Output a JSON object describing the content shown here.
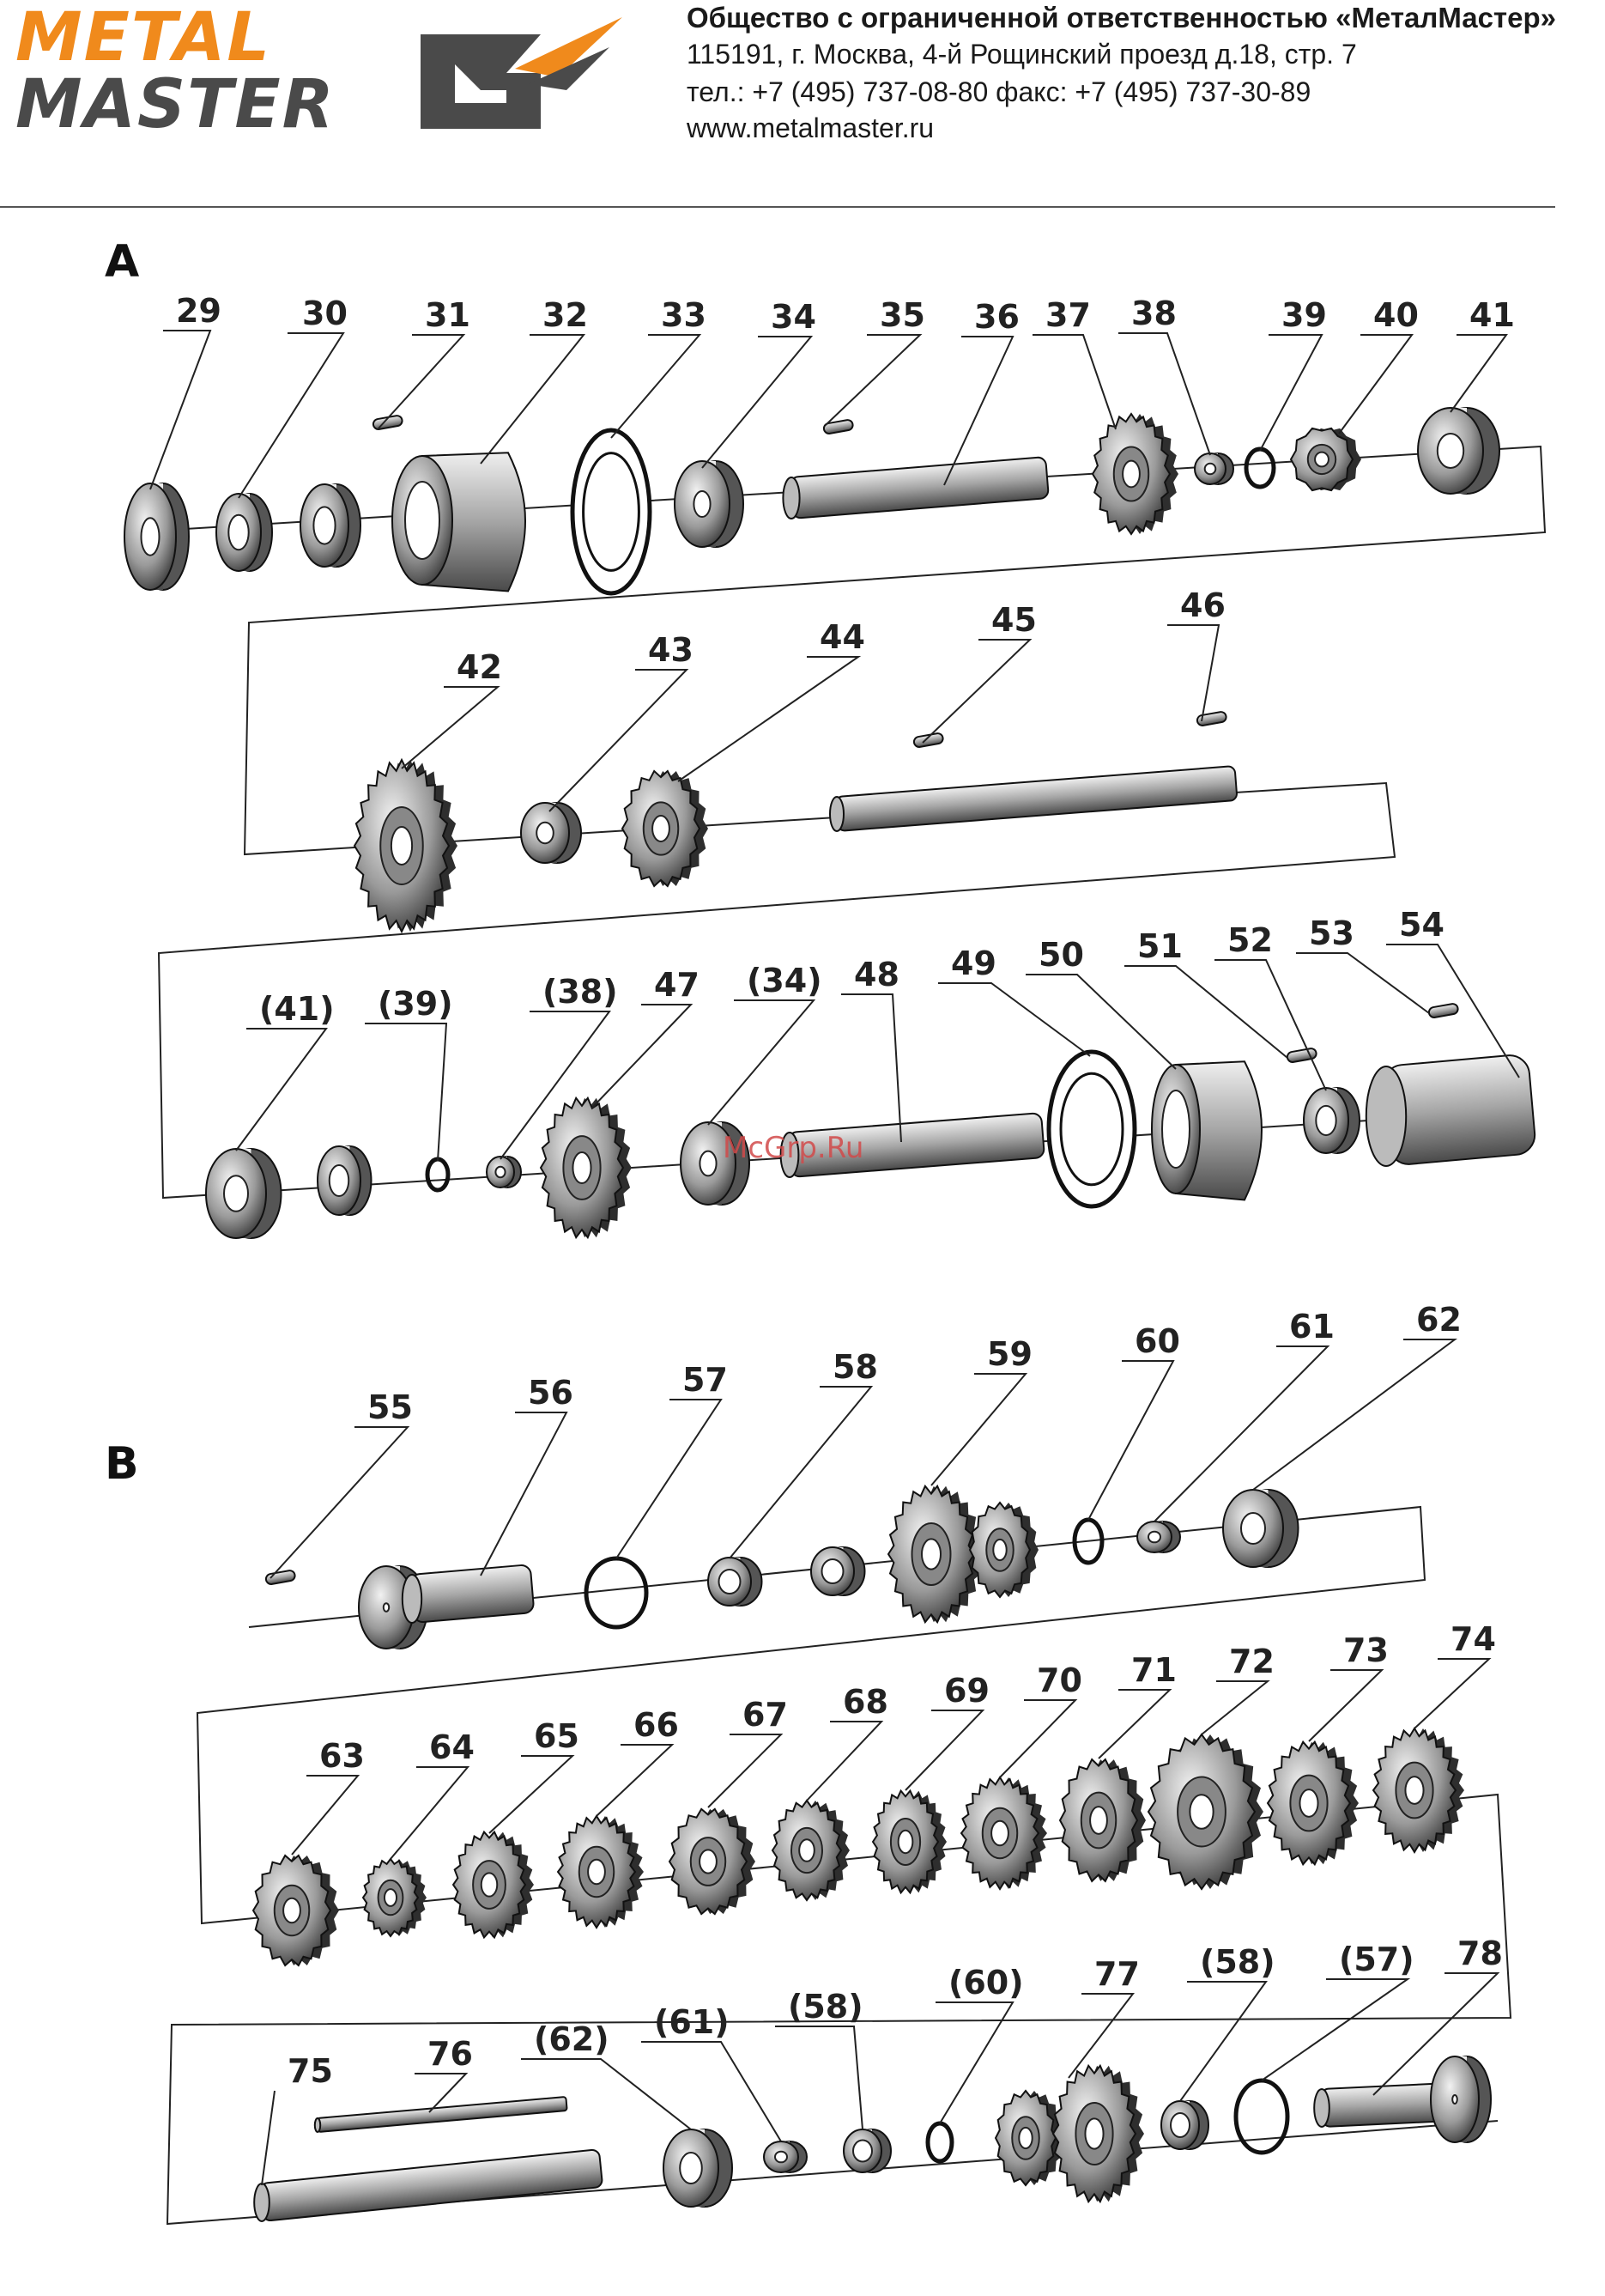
{
  "header": {
    "logo_line1": "METAL",
    "logo_line2": "MASTER",
    "company": "Общество с ограниченной ответственностью «МеталМастер»",
    "address": "115191, г. Москва, 4-й Рощинский проезд д.18, стр. 7",
    "phones": "тел.: +7 (495) 737-08-80   факс: +7 (495) 737-30-89",
    "website": "www.metalmaster.ru"
  },
  "colors": {
    "brand_orange": "#f08a1c",
    "brand_gray": "#4a4a4a",
    "line": "#222222"
  },
  "sections": {
    "a": "A",
    "b": "B"
  },
  "watermark": "McGrp.Ru",
  "labels": {
    "p29": "29",
    "p30": "30",
    "p31": "31",
    "p32": "32",
    "p33": "33",
    "p34": "34",
    "p35": "35",
    "p36": "36",
    "p37": "37",
    "p38": "38",
    "p39": "39",
    "p40": "40",
    "p41": "41",
    "p42": "42",
    "p43": "43",
    "p44": "44",
    "p45": "45",
    "p46": "46",
    "p41b": "(41)",
    "p39b": "(39)",
    "p38b": "(38)",
    "p47": "47",
    "p34b": "(34)",
    "p48": "48",
    "p49": "49",
    "p50": "50",
    "p51": "51",
    "p52": "52",
    "p53": "53",
    "p54": "54",
    "p55": "55",
    "p56": "56",
    "p57": "57",
    "p58": "58",
    "p59": "59",
    "p60": "60",
    "p61": "61",
    "p62": "62",
    "p63": "63",
    "p64": "64",
    "p65": "65",
    "p66": "66",
    "p67": "67",
    "p68": "68",
    "p69": "69",
    "p70": "70",
    "p71": "71",
    "p72": "72",
    "p73": "73",
    "p74": "74",
    "p75": "75",
    "p76": "76",
    "p62b": "(62)",
    "p61b": "(61)",
    "p58b": "(58)",
    "p60b": "(60)",
    "p77": "77",
    "p58c": "(58)",
    "p57b": "(57)",
    "p78": "78"
  }
}
